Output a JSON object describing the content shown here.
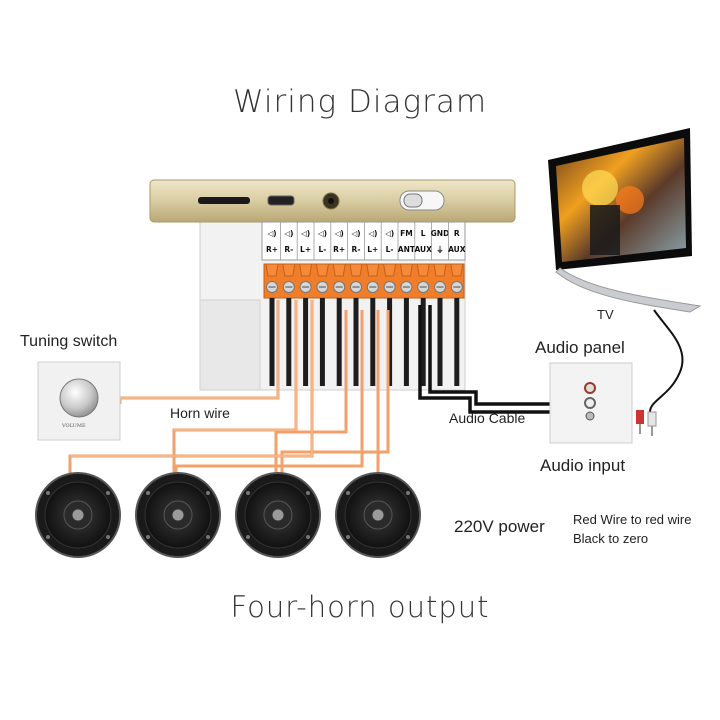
{
  "title": "Wiring Diagram",
  "footer_title": "Four-horn output",
  "labels": {
    "tuning_switch": "Tuning switch",
    "horn_wire": "Horn wire",
    "audio_cable": "Audio Cable",
    "tv": "TV",
    "audio_panel": "Audio panel",
    "audio_input": "Audio input",
    "power": "220V power",
    "red_wire": "Red Wire to red wire",
    "black_wire": "Black to zero",
    "volume": "VOLUME"
  },
  "terminals": [
    {
      "top": "◁)",
      "bottom": "R+"
    },
    {
      "top": "◁)",
      "bottom": "R-"
    },
    {
      "top": "◁)",
      "bottom": "L+"
    },
    {
      "top": "◁)",
      "bottom": "L-"
    },
    {
      "top": "◁)",
      "bottom": "R+"
    },
    {
      "top": "◁)",
      "bottom": "R-"
    },
    {
      "top": "◁)",
      "bottom": "L+"
    },
    {
      "top": "◁)",
      "bottom": "L-"
    },
    {
      "top": "FM",
      "bottom": "ANT"
    },
    {
      "top": "L",
      "bottom": "AUX"
    },
    {
      "top": "GND",
      "bottom": "⏚"
    },
    {
      "top": "R",
      "bottom": "AUX"
    }
  ],
  "colors": {
    "wire": "#f3a06a",
    "terminal": "#f07d2a",
    "gold": "#d9cfa8",
    "cable": "#111111"
  }
}
